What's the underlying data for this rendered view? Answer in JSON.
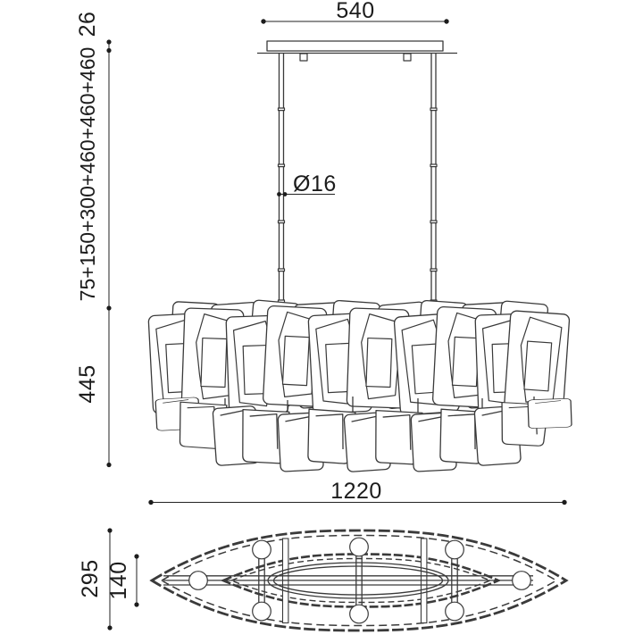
{
  "front_view": {
    "canopy_width_mm": "540",
    "canopy_height_mm": "26",
    "suspension_chain_mm": "75+150+300+460+460+460",
    "rod_diameter": "Ø16",
    "body_height_mm": "445"
  },
  "plan_view": {
    "overall_length_mm": "1220",
    "overall_width_mm": "295",
    "inner_width_mm": "140"
  },
  "colors": {
    "line": "#3a3a3a",
    "dimension": "#1c1c1c",
    "background": "#ffffff"
  }
}
